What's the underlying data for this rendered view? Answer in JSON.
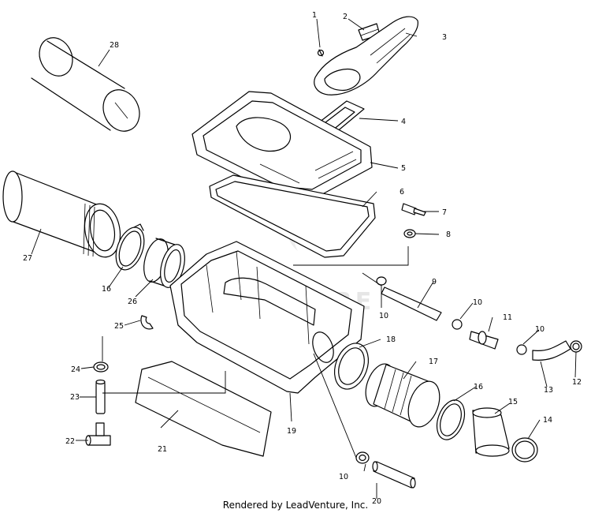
{
  "diagram": {
    "callouts": [
      {
        "id": "c1",
        "label": "1"
      },
      {
        "id": "c2",
        "label": "2"
      },
      {
        "id": "c3",
        "label": "3"
      },
      {
        "id": "c4",
        "label": "4"
      },
      {
        "id": "c5",
        "label": "5"
      },
      {
        "id": "c6",
        "label": "6"
      },
      {
        "id": "c7",
        "label": "7"
      },
      {
        "id": "c8",
        "label": "8"
      },
      {
        "id": "c9",
        "label": "9"
      },
      {
        "id": "c10a",
        "label": "10"
      },
      {
        "id": "c10b",
        "label": "10"
      },
      {
        "id": "c10c",
        "label": "10"
      },
      {
        "id": "c10d",
        "label": "10"
      },
      {
        "id": "c11",
        "label": "11"
      },
      {
        "id": "c12",
        "label": "12"
      },
      {
        "id": "c13",
        "label": "13"
      },
      {
        "id": "c14",
        "label": "14"
      },
      {
        "id": "c15",
        "label": "15"
      },
      {
        "id": "c16a",
        "label": "16"
      },
      {
        "id": "c16b",
        "label": "16"
      },
      {
        "id": "c17",
        "label": "17"
      },
      {
        "id": "c18",
        "label": "18"
      },
      {
        "id": "c19",
        "label": "19"
      },
      {
        "id": "c20",
        "label": "20"
      },
      {
        "id": "c21",
        "label": "21"
      },
      {
        "id": "c22",
        "label": "22"
      },
      {
        "id": "c23",
        "label": "23"
      },
      {
        "id": "c24",
        "label": "24"
      },
      {
        "id": "c25",
        "label": "25"
      },
      {
        "id": "c26",
        "label": "26"
      },
      {
        "id": "c27",
        "label": "27"
      },
      {
        "id": "c28",
        "label": "28"
      }
    ]
  },
  "footer": {
    "text": "Rendered by LeadVenture, Inc."
  }
}
